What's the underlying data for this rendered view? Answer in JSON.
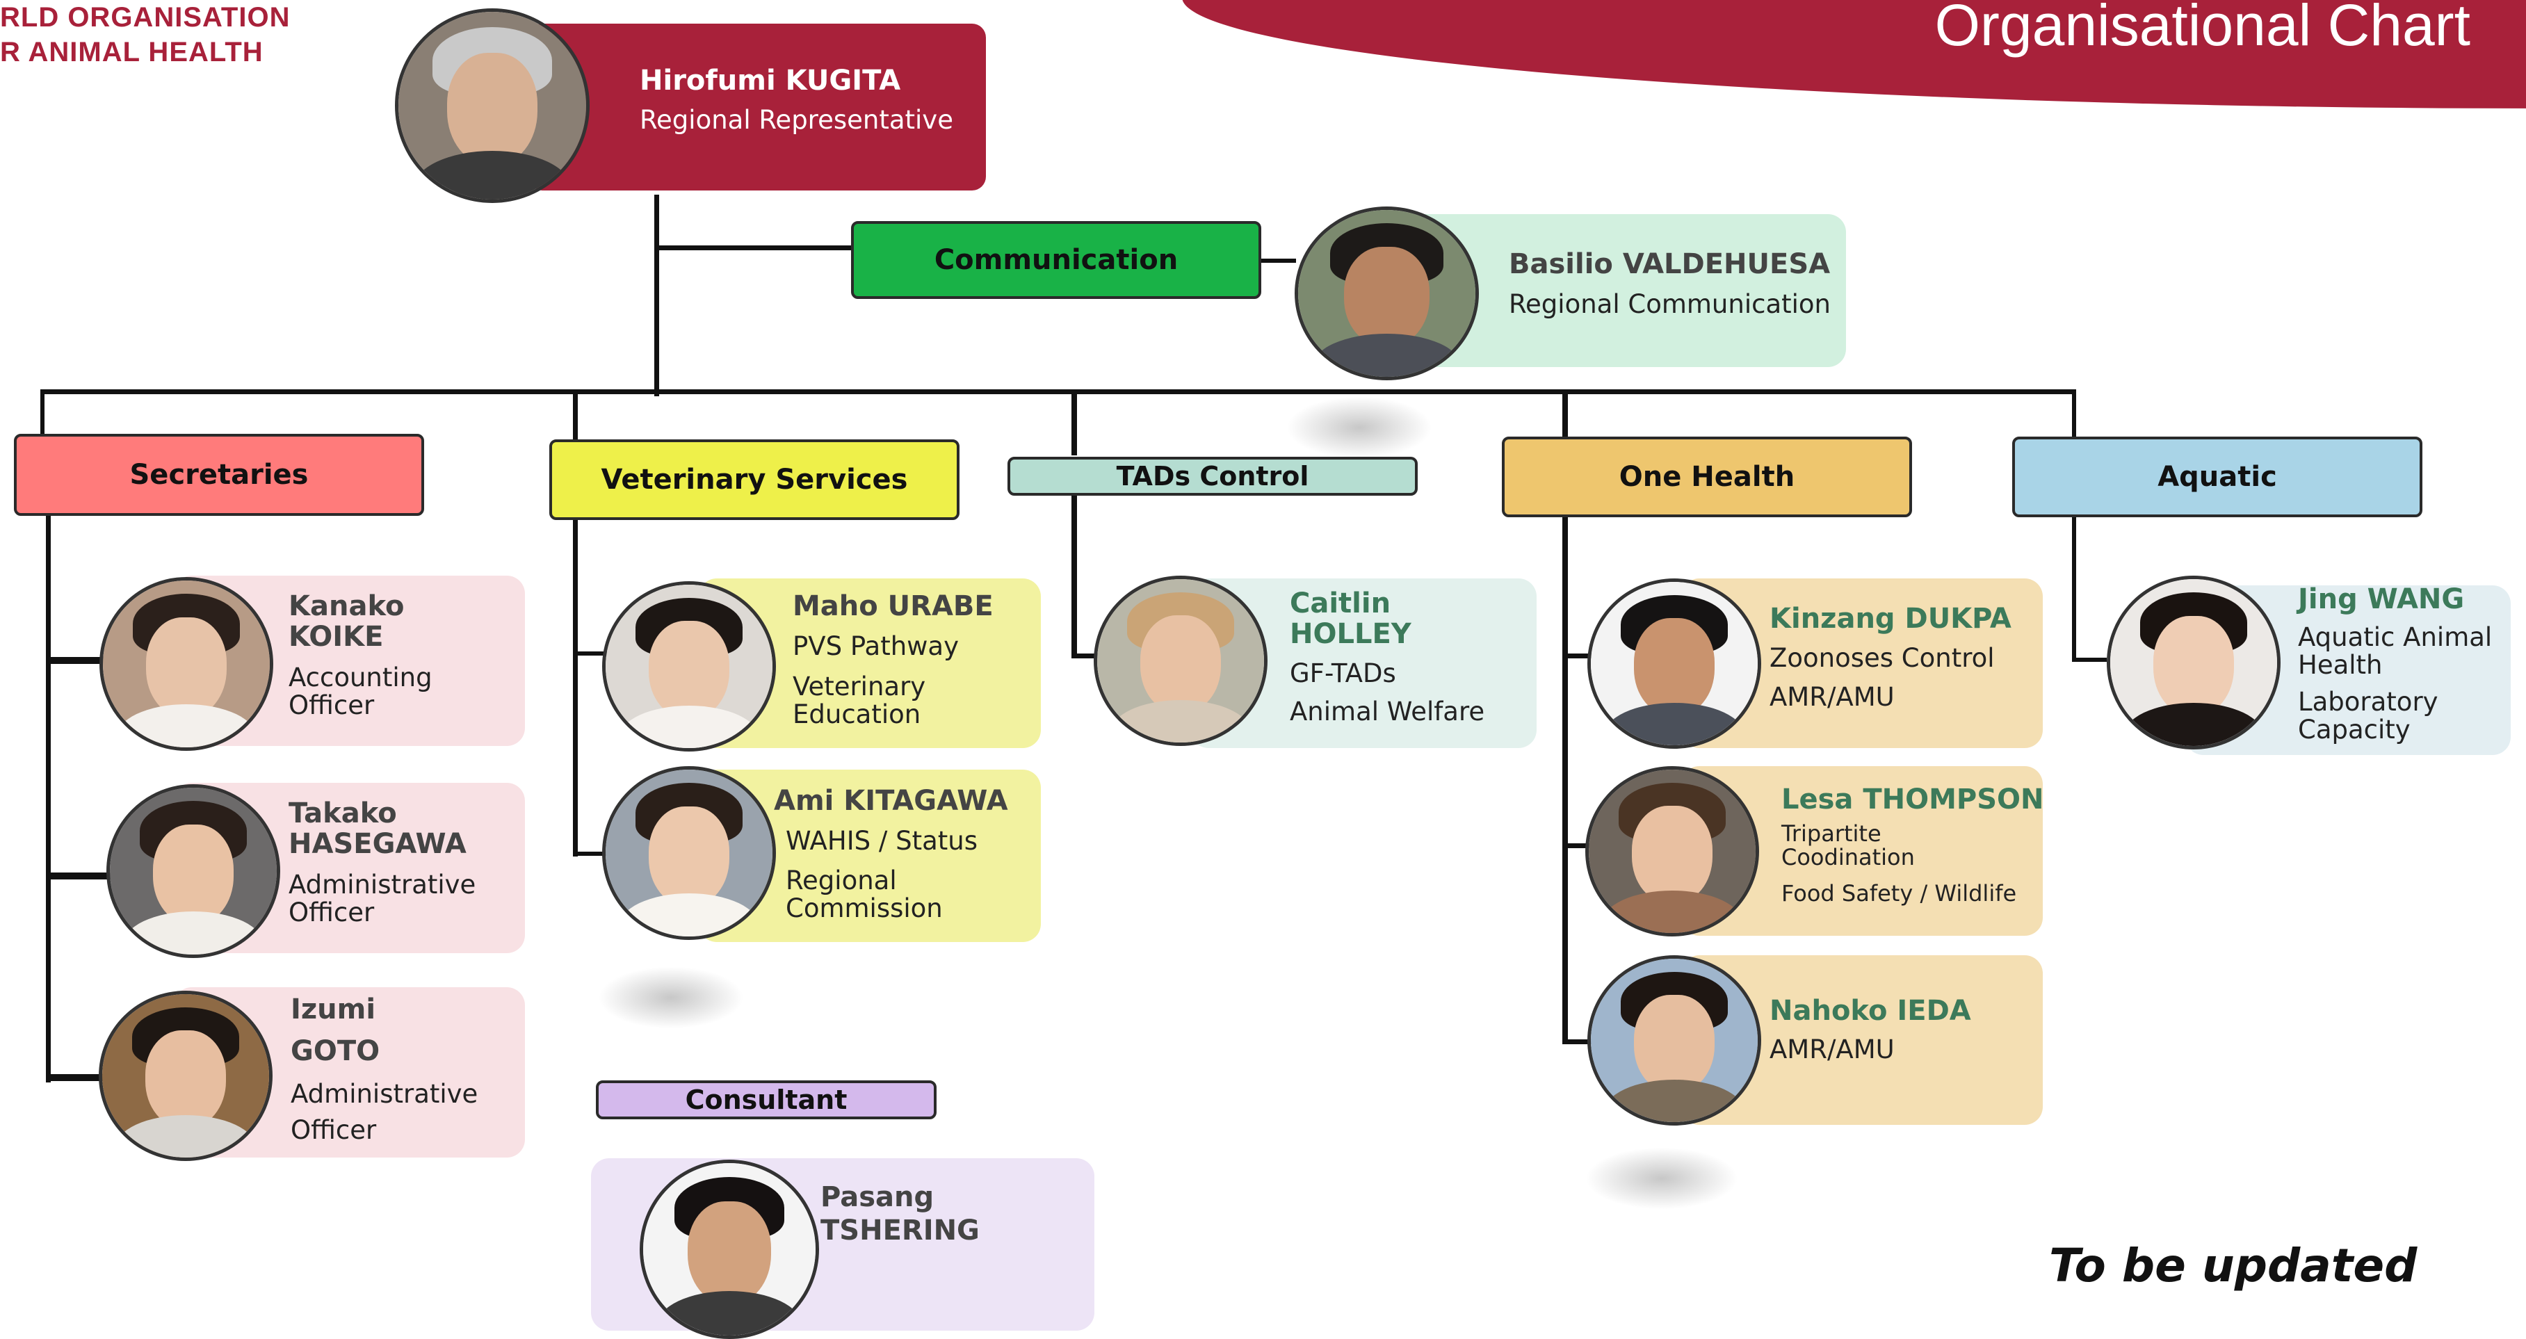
{
  "org": {
    "line1": "RLD ORGANISATION",
    "line2": "R ANIMAL HEALTH"
  },
  "chart_title": "Organisational Chart",
  "head": {
    "name": "Hirofumi KUGITA",
    "title": "Regional Representative"
  },
  "communication": {
    "label": "Communication",
    "name": "Basilio VALDEHUESA",
    "role": "Regional Communication"
  },
  "departments": {
    "secretaries": "Secretaries",
    "veterinary": "Veterinary Services",
    "tads": "TADs Control",
    "onehealth": "One Health",
    "aquatic": "Aquatic",
    "consultant": "Consultant"
  },
  "people": {
    "koike": {
      "name": "Kanako\nKOIKE",
      "role": "Accounting\nOfficer"
    },
    "hasegawa": {
      "name": "Takako\nHASEGAWA",
      "role": "Administrative\nOfficer"
    },
    "goto": {
      "name_first": "Izumi",
      "name_last": "GOTO",
      "role": "Administrative\nOfficer"
    },
    "urabe": {
      "name": "Maho URABE",
      "role1": "PVS Pathway",
      "role2": "Veterinary\nEducation"
    },
    "kitagawa": {
      "name": "Ami KITAGAWA",
      "role1": "WAHIS / Status",
      "role2": "Regional\nCommission"
    },
    "holley": {
      "name": "Caitlin\nHOLLEY",
      "role1": "GF-TADs",
      "role2": "Animal Welfare"
    },
    "dukpa": {
      "name": "Kinzang DUKPA",
      "role1": "Zoonoses Control",
      "role2": "AMR/AMU"
    },
    "thompson": {
      "name": "Lesa THOMPSON",
      "role1": "Tripartite\nCoodination",
      "role2": "Food Safety / Wildlife"
    },
    "ieda": {
      "name": "Nahoko IEDA",
      "role1": "AMR/AMU"
    },
    "wang": {
      "name": "Jing WANG",
      "role1": "Aquatic Animal\nHealth",
      "role2": "Laboratory\nCapacity"
    },
    "tshering": {
      "name": "Pasang\nTSHERING"
    }
  },
  "note": "To be updated",
  "colors": {
    "brand": "#a8213a",
    "secretaries": "#ff7b7b",
    "secretaries_card": "#f8e1e4",
    "veterinary": "#eef04a",
    "veterinary_card": "#f2f2a0",
    "tads": "#b5ddd1",
    "tads_card": "#e3f1ed",
    "onehealth": "#eec66e",
    "onehealth_card": "#f4dfb3",
    "aquatic": "#a9d4e7",
    "aquatic_card": "#e3eef2",
    "communication": "#19b247",
    "communication_card": "#d2f0df",
    "consultant": "#d4b9ec",
    "consultant_card": "#ede4f6"
  }
}
